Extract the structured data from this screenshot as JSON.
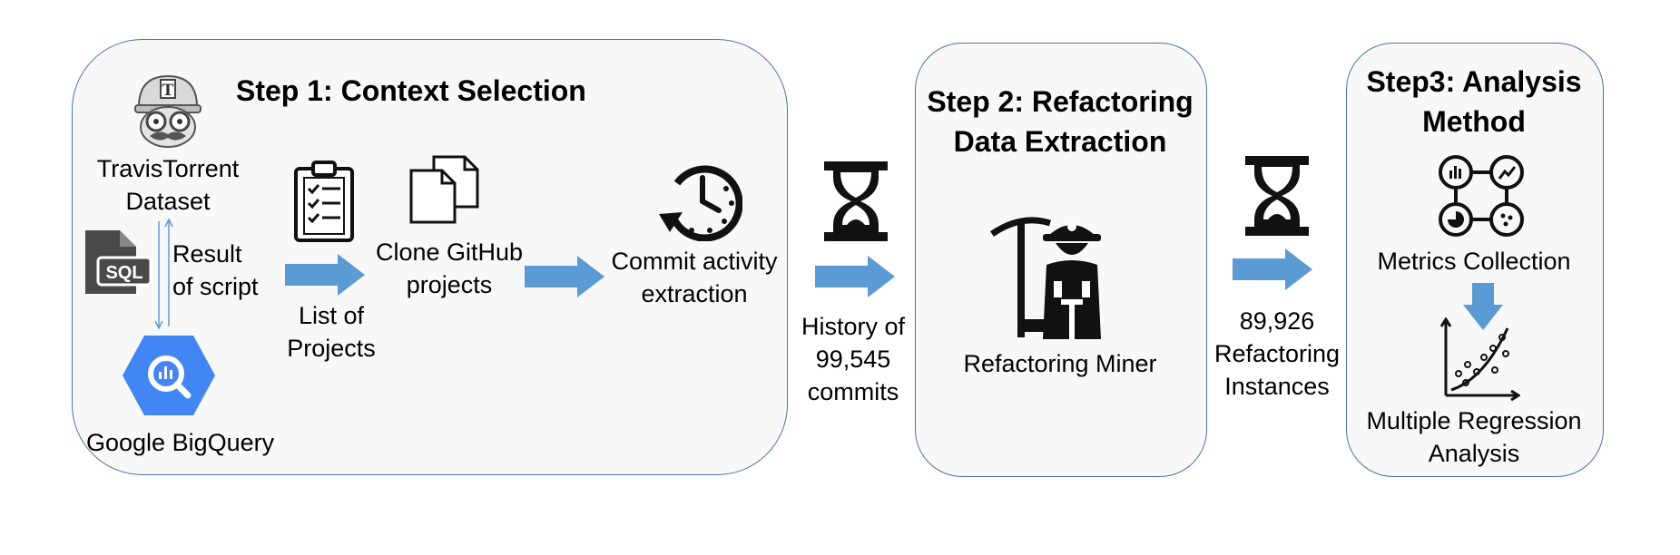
{
  "step1": {
    "title": "Step 1: Context Selection",
    "travis_label": "TravisTorrent\nDataset",
    "result_label": "Result\nof script",
    "sql_icon_text": "SQL",
    "bigquery_label": "Google BigQuery",
    "list_label": "List of\nProjects",
    "clone_label": "Clone GitHub\nprojects",
    "commit_label": "Commit activity\nextraction"
  },
  "between12": {
    "label": "History of\n99,545\ncommits"
  },
  "step2": {
    "title": "Step 2: Refactoring\nData Extraction",
    "miner_label": "Refactoring Miner"
  },
  "between23": {
    "label": "89,926\nRefactoring\nInstances"
  },
  "step3": {
    "title": "Step3: Analysis\nMethod",
    "metrics_label": "Metrics Collection",
    "regression_label": "Multiple Regression\nAnalysis"
  },
  "colors": {
    "arrow": "#5b9bd5",
    "panel_border": "#4a73a8",
    "panel_fill": "#f8f8f8",
    "bigquery": "#4285f4"
  }
}
